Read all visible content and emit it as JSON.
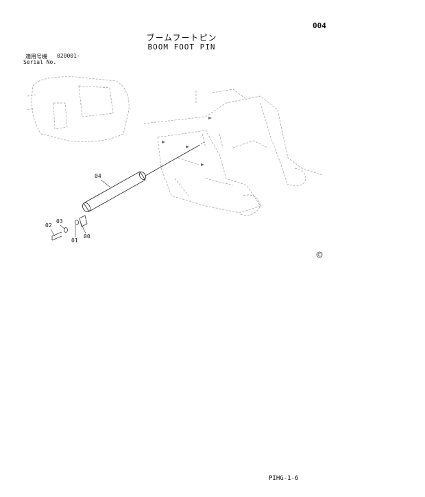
{
  "header": {
    "page_number": "004",
    "title_jp": "ブームフートピン",
    "title_en": "BOOM FOOT PIN"
  },
  "serial": {
    "label_jp": "適用号機",
    "value": "020001-",
    "label_en": "Serial No."
  },
  "callouts": [
    "04",
    "03",
    "02",
    "01",
    "00"
  ],
  "footer": {
    "code": "PIHG-1-6"
  }
}
